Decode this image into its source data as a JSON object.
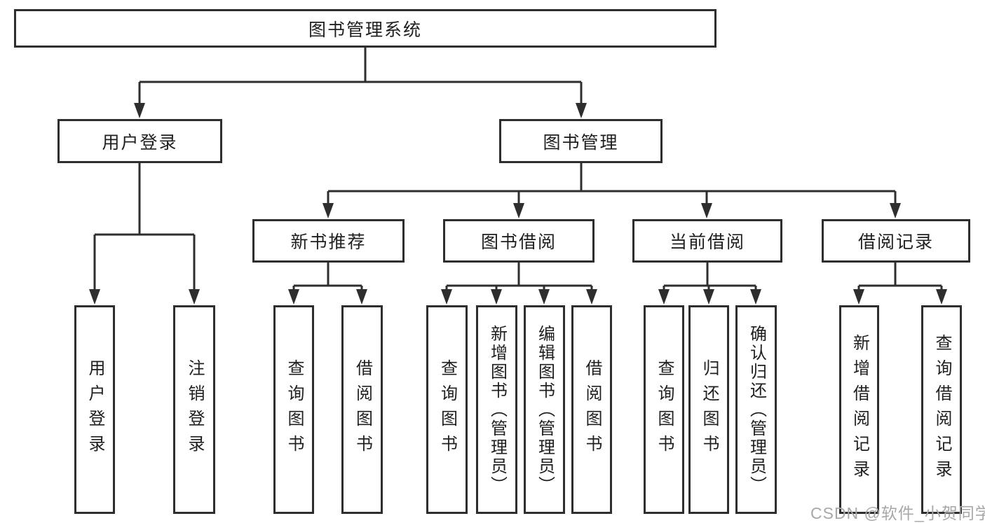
{
  "diagram": {
    "root": {
      "label": "图书管理系统",
      "children": [
        {
          "label": "用户登录",
          "children": [
            {
              "label": "用户登录"
            },
            {
              "label": "注销登录"
            }
          ]
        },
        {
          "label": "图书管理",
          "children": [
            {
              "label": "新书推荐",
              "children": [
                {
                  "label": "查询图书"
                },
                {
                  "label": "借阅图书"
                }
              ]
            },
            {
              "label": "图书借阅",
              "children": [
                {
                  "label": "查询图书"
                },
                {
                  "label": "新增图书（管理员）"
                },
                {
                  "label": "编辑图书（管理员）"
                },
                {
                  "label": "借阅图书"
                }
              ]
            },
            {
              "label": "当前借阅",
              "children": [
                {
                  "label": "查询图书"
                },
                {
                  "label": "归还图书"
                },
                {
                  "label": "确认归还（管理员）"
                }
              ]
            },
            {
              "label": "借阅记录",
              "children": [
                {
                  "label": "新增借阅记录"
                },
                {
                  "label": "查询借阅记录"
                }
              ]
            }
          ]
        }
      ]
    }
  },
  "watermark": {
    "text": "CSDN @软件_小贺同学"
  },
  "colors": {
    "line": "#2e2e2e",
    "box_border": "#2e2e2e",
    "text": "#1f1f1f",
    "watermark": "#a8a8a8",
    "background": "#ffffff"
  }
}
